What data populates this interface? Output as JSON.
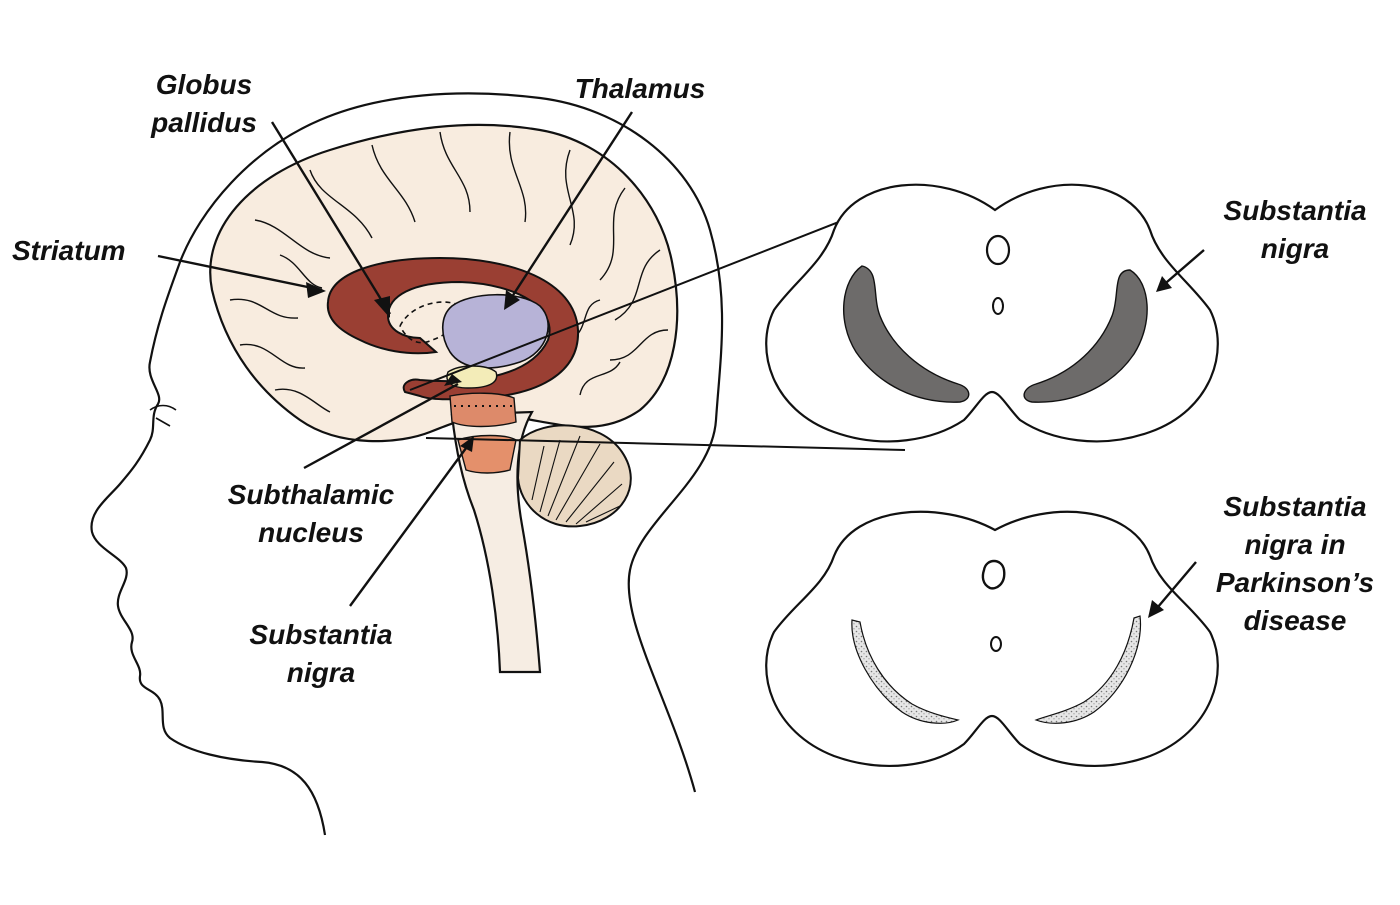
{
  "labels": {
    "globus_pallidus": [
      "Globus",
      "pallidus"
    ],
    "thalamus": [
      "Thalamus"
    ],
    "striatum": [
      "Striatum"
    ],
    "subthalamic_nucleus": [
      "Subthalamic",
      "nucleus"
    ],
    "substantia_nigra_brain": [
      "Substantia",
      "nigra"
    ],
    "substantia_nigra_normal": [
      "Substantia",
      "nigra"
    ],
    "substantia_nigra_parkinsons": [
      "Substantia",
      "nigra in",
      "Parkinson’s",
      "disease"
    ]
  },
  "colors": {
    "outline": "#111111",
    "brain_fill": "#f8ecdf",
    "brainstem_fill": "#f6ede3",
    "cerebellum_fill": "#ead9c3",
    "striatum": "#9a3f33",
    "thalamus": "#b7b3d7",
    "subthalamic": "#f3ecb8",
    "midbrain_band": "#dd8a6a",
    "substantia_nigra_brain": "#e4906b",
    "nigra_normal": "#6d6b6a",
    "nigra_parkinsons": "#dcdcdc"
  }
}
